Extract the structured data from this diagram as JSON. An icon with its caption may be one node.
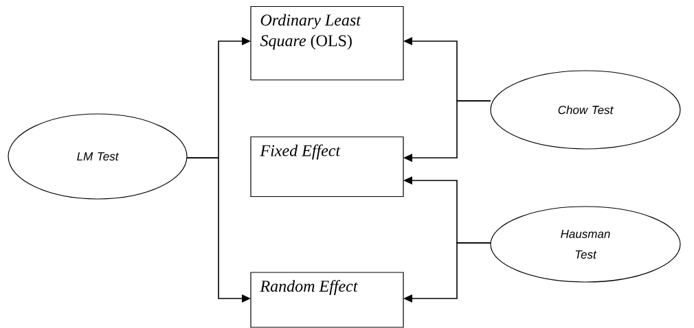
{
  "diagram": {
    "nodes": [
      {
        "text": [
          "*Ordinary Least Square* (OLS)"
        ]
      },
      {
        "text": [
          "Fixed Effect"
        ]
      },
      {
        "text": [
          "Random Effect"
        ]
      },
      {
        "text": [
          "LM Test"
        ]
      },
      {
        "text": [
          "Chow Test"
        ]
      },
      {
        "text": [
          "Hausman Test"
        ]
      }
    ],
    "edges": [
      {
        "from": 3,
        "to": 0,
        "arrow": "to"
      },
      {
        "from": 3,
        "to": 2,
        "arrow": "to"
      },
      {
        "from": 4,
        "to": 0,
        "arrow": "to"
      },
      {
        "from": 4,
        "to": 1,
        "arrow": "to"
      },
      {
        "from": 5,
        "to": 1,
        "arrow": "to"
      },
      {
        "from": 5,
        "to": 2,
        "arrow": "to"
      }
    ]
  }
}
